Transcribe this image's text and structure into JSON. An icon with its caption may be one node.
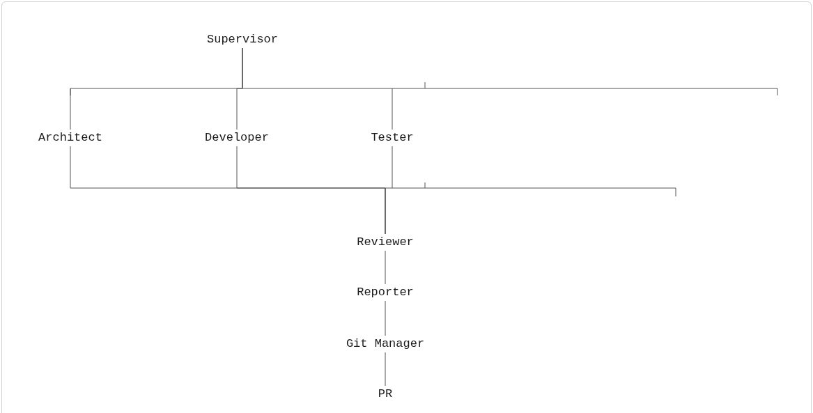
{
  "diagram": {
    "nodes": [
      {
        "text": [
          "Supervisor"
        ]
      },
      {
        "text": [
          "Architect"
        ]
      },
      {
        "text": [
          "Developer"
        ]
      },
      {
        "text": [
          "Tester"
        ]
      },
      {
        "text": [
          "Reviewer"
        ]
      },
      {
        "text": [
          "Reporter"
        ]
      },
      {
        "text": [
          "Git Manager"
        ]
      },
      {
        "text": [
          "PR"
        ]
      }
    ],
    "edges": [
      {
        "from": 0,
        "to": 1,
        "arrow": "none"
      },
      {
        "from": 0,
        "to": 2,
        "arrow": "none"
      },
      {
        "from": 0,
        "to": 3,
        "arrow": "none"
      },
      {
        "from": 1,
        "to": 4,
        "arrow": "none"
      },
      {
        "from": 2,
        "to": 4,
        "arrow": "none"
      },
      {
        "from": 3,
        "to": 4,
        "arrow": "none"
      },
      {
        "from": 4,
        "to": 5,
        "arrow": "none"
      },
      {
        "from": 5,
        "to": 6,
        "arrow": "none"
      },
      {
        "from": 6,
        "to": 7,
        "arrow": "none"
      }
    ]
  }
}
